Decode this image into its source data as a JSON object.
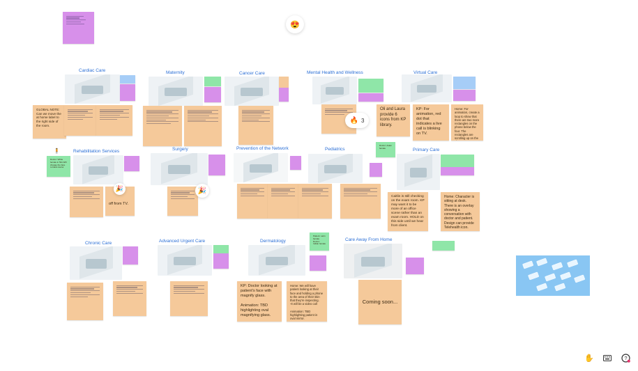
{
  "sections": {
    "cardiac": "Cardiac Care",
    "maternity": "Maternity",
    "cancer": "Cancer Care",
    "mental": "Mental Health and Wellness",
    "virtual": "Virtual Care",
    "rehab": "Rehabilitation Services",
    "surgery": "Surgery",
    "prevention": "Prevention of the Network",
    "pediatrics": "Pediatrics",
    "primary": "Primary Care",
    "chronic": "Chronic Care",
    "urgent": "Advanced Urgent Care",
    "derm": "Dermatology",
    "away": "Care Away From Home"
  },
  "notes": {
    "global": "GLOBAL NOTE: Can we move the at home label to the right side of the room.",
    "mental_kp": "Oli and Laura provide 6 icons from KP library.",
    "virtual_kp": "KP: For animation, red dot that indicates a live call is blinking on TV.",
    "virtual_home": "Home: For animation, create a loop to show that there are two more rectangles on the phone below the four. The rectangles are scrolling up on the phone.",
    "rehab_mid": "off from TV.",
    "primary_kp": "Caitlin is still checking on the exam room. KP may want it to be more of an office scene rather than an exam room. HOLD on this side until we hear from client.",
    "primary_home": "Home: Character is sitting at desk. There is an overlay showing a conversation with doctor and patient. Design can provide Telehealth icon.",
    "derm_kp": "KP: Doctor looking at patient's face with magnify glass.\n\nAnimation: TBD highlighting oval magnifying glass.",
    "derm_home": "Home: We will have patient looking at their face and holding a phone to the area of their skin that they're inspecting.\n-It will be a video call\n\nAnimation: TBD highlighting patient in oval mirror.",
    "away": "Coming soon...",
    "derm_green": "Patient: Latin female\n\nDoctor: Indian female",
    "rehab_green": "Doctor: White female in 50s\nWill change the face to black doctor",
    "ped_green": "Doctor: Asian female"
  },
  "reactions": {
    "fire_count": "3"
  },
  "icons": {
    "top_reaction": "heart-eyes-emoji",
    "fire": "fire-emoji",
    "party": "party-popper-emoji",
    "hand_tool": "hand-icon",
    "keyboard": "keyboard-icon",
    "help": "help-icon"
  }
}
